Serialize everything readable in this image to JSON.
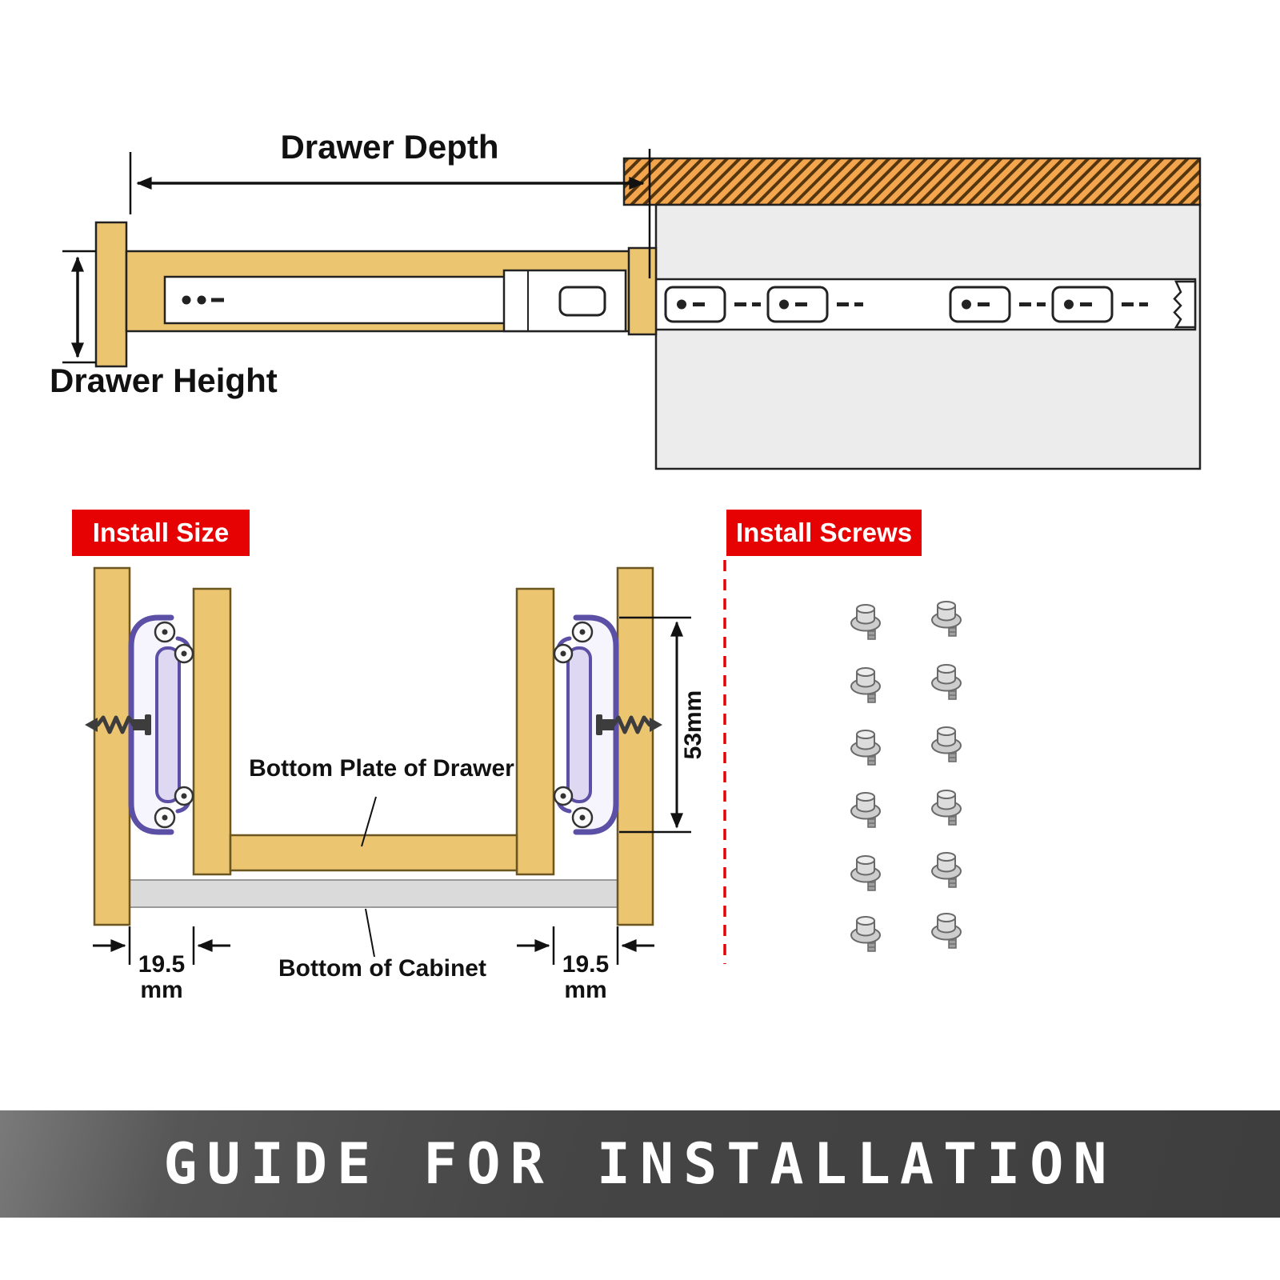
{
  "top_diagram": {
    "drawer_depth_label": "Drawer Depth",
    "drawer_height_label": "Drawer Height"
  },
  "install_size": {
    "title": "Install Size",
    "bottom_plate_label": "Bottom Plate of Drawer",
    "bottom_cabinet_label": "Bottom of Cabinet",
    "slide_height_dim": "53mm",
    "left_offset": {
      "value": "19.5",
      "unit": "mm"
    },
    "right_offset": {
      "value": "19.5",
      "unit": "mm"
    }
  },
  "install_screws": {
    "title": "Install Screws",
    "count": 12
  },
  "footer": {
    "title": "GUIDE FOR INSTALLATION"
  },
  "colors": {
    "wood": "#ecc571",
    "hatch_fill": "#f3a64d",
    "hatch_line": "#54350e",
    "accent_red": "#e60202",
    "cabinet_grey": "#ececec",
    "bottom_board_grey": "#dadada",
    "slide_purple": "#5b50a5",
    "banner_grey": "#454545",
    "screw_metal": "#cdcdcd"
  }
}
